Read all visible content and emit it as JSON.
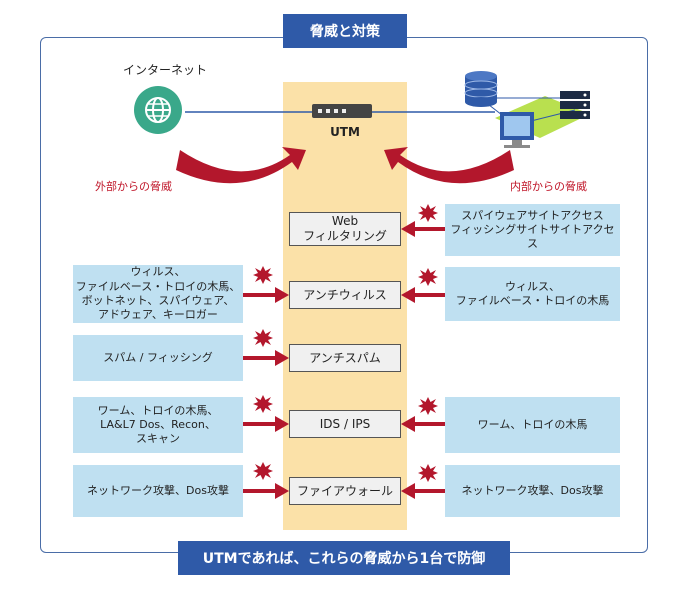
{
  "title": "脅威と対策",
  "footer": "UTMであれば、これらの脅威から1台で防御",
  "internet_label": "インターネット",
  "utm_label": "UTM",
  "external_threat": "外部からの脅威",
  "internal_threat": "内部からの脅威",
  "functions": [
    {
      "label": "Web\nフィルタリング"
    },
    {
      "label": "アンチウィルス"
    },
    {
      "label": "アンチスパム"
    },
    {
      "label": "IDS / IPS"
    },
    {
      "label": "ファイアウォール"
    }
  ],
  "external_items": [
    "ウィルス、\nファイルベース・トロイの木馬、\nボットネット、スパイウェア、\nアドウェア、キーロガー",
    "スパム / フィッシング",
    "ワーム、トロイの木馬、\nLA&L7 Dos、Recon、\nスキャン",
    "ネットワーク攻撃、Dos攻撃"
  ],
  "internal_items": [
    "スパイウェアサイトアクセス\nフィッシングサイトサイトアクセス",
    "ウィルス、\nファイルベース・トロイの木馬",
    "ワーム、トロイの木馬",
    "ネットワーク攻撃、Dos攻撃"
  ],
  "colors": {
    "frame": "#4a6da7",
    "banner": "#2f5aa8",
    "utm_column": "#fbe1a8",
    "threat_box": "#bfe0f1",
    "arrow": "#b3172c",
    "globe": "#3aa88a",
    "server": "#2f5aa8",
    "lan": "#b9e04f"
  }
}
